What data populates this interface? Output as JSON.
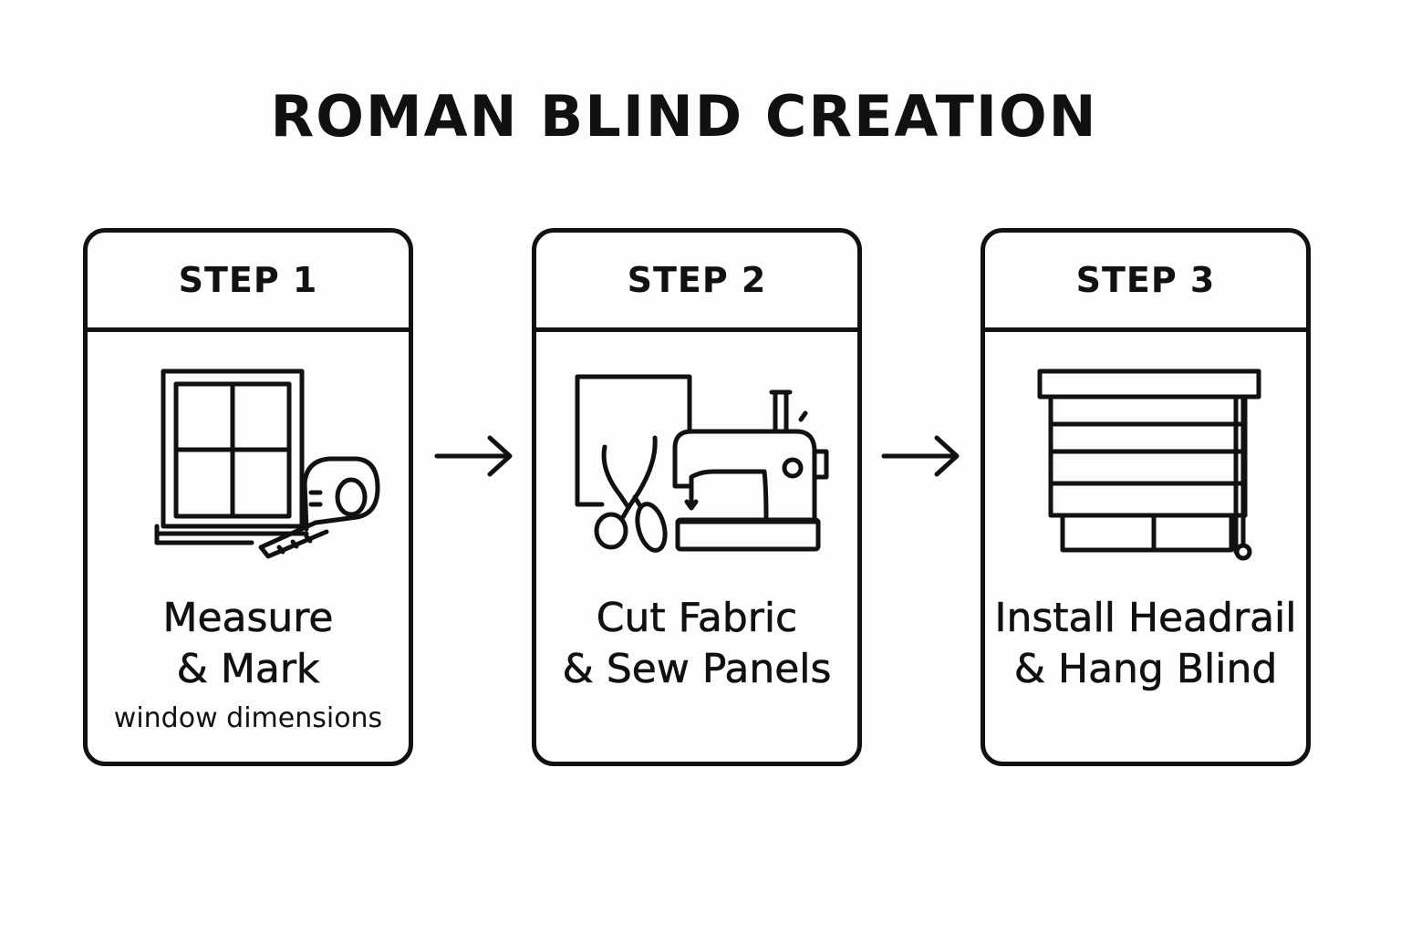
{
  "title": "ROMAN BLIND CREATION",
  "steps": [
    {
      "label": "STEP 1",
      "lines": [
        "Measure",
        "& Mark"
      ],
      "sub": "window dimensions",
      "icons": [
        "window-icon",
        "tape-measure-icon"
      ]
    },
    {
      "label": "STEP 2",
      "lines": [
        "Cut Fabric",
        "& Sew Panels"
      ],
      "icons": [
        "fabric-panel-icon",
        "scissors-icon",
        "sewing-machine-icon"
      ]
    },
    {
      "label": "STEP 3",
      "lines": [
        "Install Headrail",
        "& Hang Blind"
      ],
      "icons": [
        "roman-blind-icon"
      ]
    }
  ],
  "arrows": [
    "arrow-right-icon",
    "arrow-right-icon"
  ],
  "colors": {
    "stroke": "#111111",
    "background": "#fdfdfb"
  }
}
